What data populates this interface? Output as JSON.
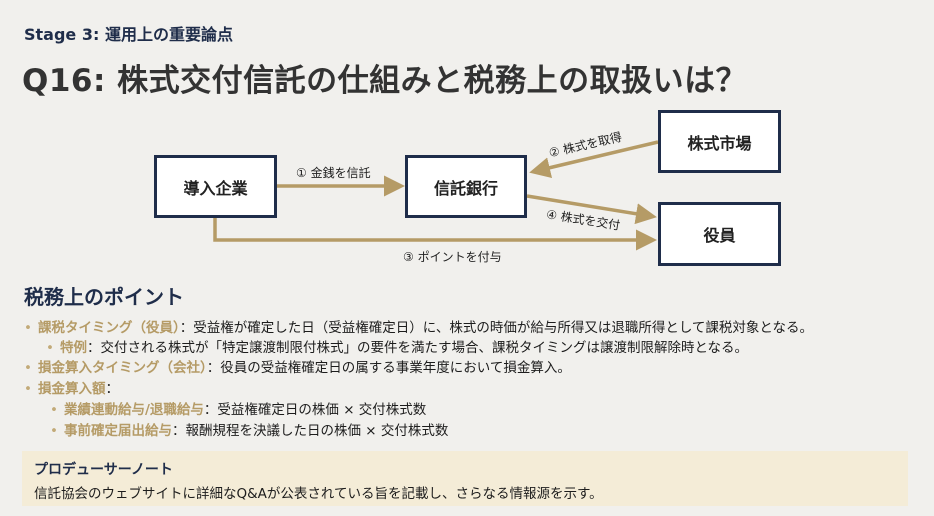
{
  "stage": "Stage 3: 運用上の重要論点",
  "title": "Q16: 株式交付信託の仕組みと税務上の取扱いは？",
  "diagram": {
    "nodes": {
      "company": "導入企業",
      "bank": "信託銀行",
      "market": "株式市場",
      "officer": "役員"
    },
    "edges": {
      "e1": "① 金銭を信託",
      "e2": "② 株式を取得",
      "e3": "③ ポイントを付与",
      "e4": "④ 株式を交付"
    }
  },
  "section_title": "税務上のポイント",
  "points": [
    {
      "key": "課税タイミング（役員）",
      "text": "：受益権が確定した日（受益権確定日）に、株式の時価が給与所得又は退職所得として課税対象となる。"
    },
    {
      "key": "特例",
      "text": "：交付される株式が「特定譲渡制限付株式」の要件を満たす場合、課税タイミングは譲渡制限解除時となる。"
    },
    {
      "key": "損金算入タイミング（会社）",
      "text": "：役員の受益権確定日の属する事業年度において損金算入。"
    },
    {
      "key": "損金算入額",
      "text": "："
    },
    {
      "key": "業績連動給与/退職給与",
      "text": "：受益権確定日の株価 × 交付株式数"
    },
    {
      "key": "事前確定届出給与",
      "text": "：報酬規程を決議した日の株価 × 交付株式数"
    }
  ],
  "note": {
    "heading": "プロデューサーノート",
    "body": "信託協会のウェブサイトに詳細なQ&Aが公表されている旨を記載し、さらなる情報源を示す。"
  },
  "colors": {
    "navy": "#1f2d4a",
    "gold": "#b59b66",
    "note_bg": "#f4ecd7"
  }
}
